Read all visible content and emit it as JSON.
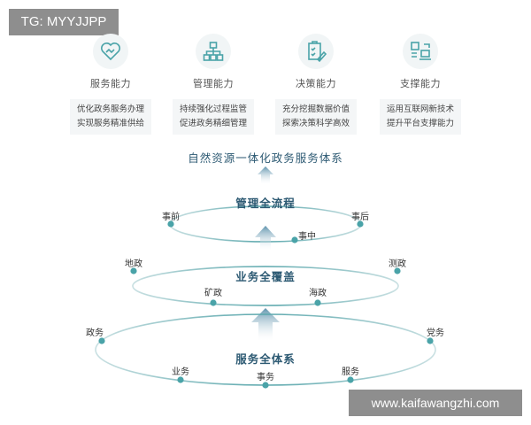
{
  "badges": {
    "tag": "TG: MYYJJPP",
    "watermark": "www.kaifawangzhi.com"
  },
  "capabilities": [
    {
      "icon": "handshake-heart-icon",
      "title": "服务能力",
      "line1": "优化政务服务办理",
      "line2": "实现服务精准供给"
    },
    {
      "icon": "org-chart-icon",
      "title": "管理能力",
      "line1": "持续强化过程监管",
      "line2": "促进政务精细管理"
    },
    {
      "icon": "checklist-pen-icon",
      "title": "决策能力",
      "line1": "充分挖掘数据价值",
      "line2": "探索决策科学高效"
    },
    {
      "icon": "devices-icon",
      "title": "支撑能力",
      "line1": "运用互联网新技术",
      "line2": "提升平台支撑能力"
    }
  ],
  "main_title": "自然资源一体化政务服务体系",
  "rings": [
    {
      "title": "管理全流程",
      "nodes": [
        "事前",
        "事中",
        "事后"
      ]
    },
    {
      "title": "业务全覆盖",
      "nodes": [
        "地政",
        "矿政",
        "海政",
        "测政"
      ]
    },
    {
      "title": "服务全体系",
      "nodes": [
        "政务",
        "业务",
        "事务",
        "服务",
        "党务"
      ]
    }
  ],
  "colors": {
    "accent": "#4aa3a8",
    "title": "#2d5a73",
    "ring": "#6fb1b5"
  }
}
